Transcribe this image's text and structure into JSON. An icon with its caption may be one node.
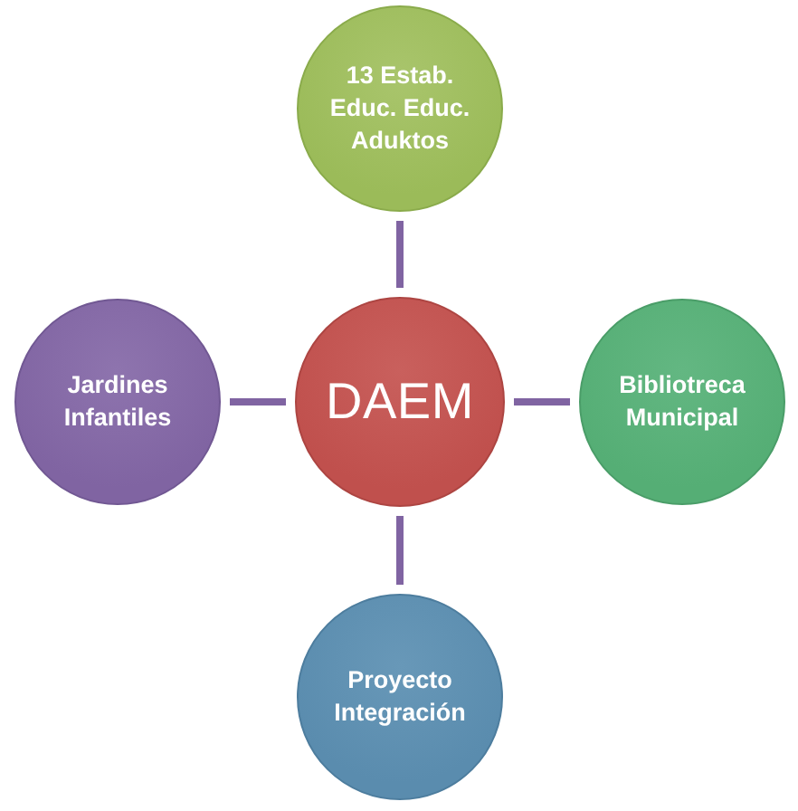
{
  "diagram": {
    "nodes": [
      {
        "text": [
          "13 Estab. Educ. Educ. Aduktos"
        ]
      },
      {
        "text": [
          "Jardines Infantiles"
        ]
      },
      {
        "text": [
          "DAEM"
        ]
      },
      {
        "text": [
          "Bibliotreca Municipal"
        ]
      },
      {
        "text": [
          "Proyecto Integración"
        ]
      }
    ],
    "edges": [
      {
        "from": 2,
        "to": 0,
        "arrow": "none"
      },
      {
        "from": 2,
        "to": 1,
        "arrow": "none"
      },
      {
        "from": 2,
        "to": 3,
        "arrow": "none"
      },
      {
        "from": 2,
        "to": 4,
        "arrow": "none"
      }
    ]
  }
}
